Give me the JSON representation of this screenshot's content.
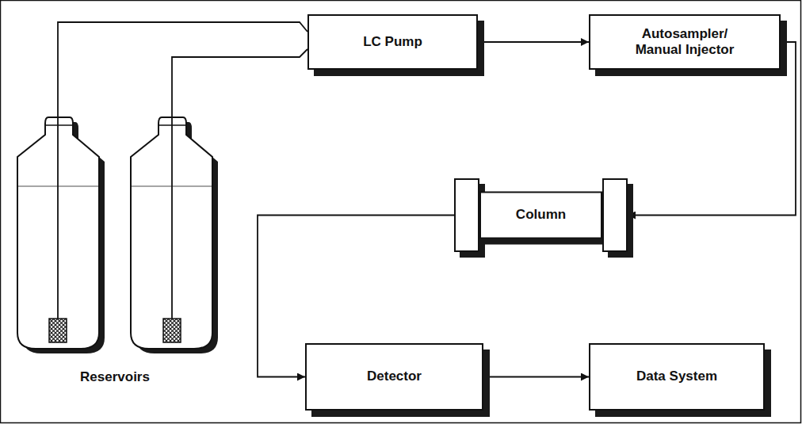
{
  "diagram": {
    "nodes": [
      {
        "text": [
          "LC Pump"
        ]
      },
      {
        "text": [
          "Autosampler/ Manual Injector"
        ]
      },
      {
        "text": [
          "Column"
        ]
      },
      {
        "text": [
          "Detector"
        ]
      },
      {
        "text": [
          "Data System"
        ]
      }
    ],
    "edges": [
      {
        "from": 0,
        "to": 1,
        "arrow": "to"
      },
      {
        "from": 1,
        "to": 2,
        "arrow": "to"
      },
      {
        "from": 2,
        "to": 3,
        "arrow": "to"
      },
      {
        "from": 3,
        "to": 4,
        "arrow": "to"
      }
    ],
    "labels": [
      "Reservoirs"
    ]
  }
}
